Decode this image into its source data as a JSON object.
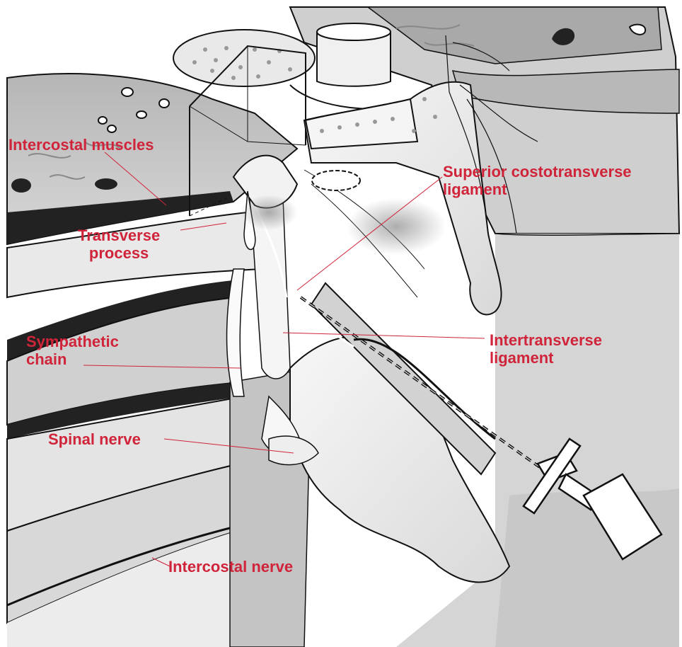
{
  "labels": {
    "intercostal_muscles": "Intercostal muscles",
    "superior_costotransverse": [
      "Superior costotransverse",
      "ligament"
    ],
    "transverse_process": [
      "Transverse",
      "process"
    ],
    "sympathetic_chain": [
      "Sympathetic",
      "chain"
    ],
    "intertransverse": [
      "Intertransverse",
      "ligament"
    ],
    "spinal_nerve": "Spinal nerve",
    "intercostal_nerve": "Intercostal nerve"
  },
  "colors": {
    "label": "#d0243a",
    "leader": "#d0243a",
    "ink": "#111111",
    "bone": "#efefef",
    "muscle": "#c9c9c9",
    "shadow": "#9a9a9a"
  }
}
